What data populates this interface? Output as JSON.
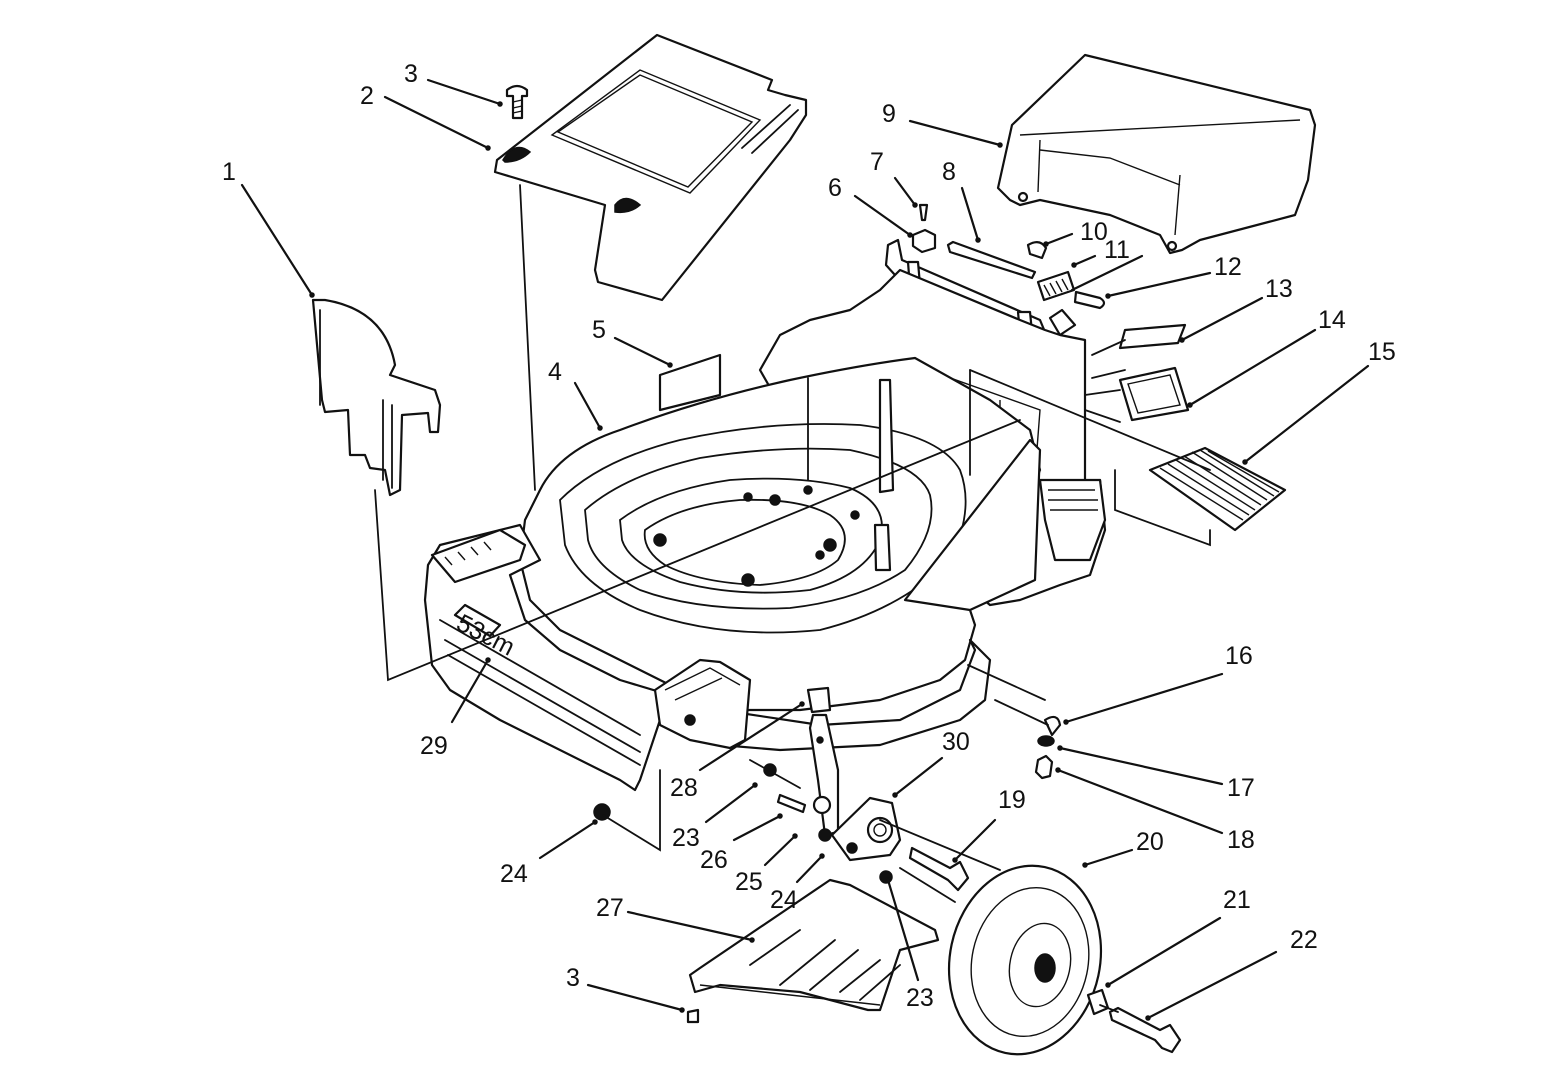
{
  "diagram": {
    "callouts": [
      {
        "id": "c1",
        "text": "1"
      },
      {
        "id": "c2",
        "text": "2"
      },
      {
        "id": "c3a",
        "text": "3"
      },
      {
        "id": "c3b",
        "text": "3"
      },
      {
        "id": "c4",
        "text": "4"
      },
      {
        "id": "c5",
        "text": "5"
      },
      {
        "id": "c6",
        "text": "6"
      },
      {
        "id": "c7",
        "text": "7"
      },
      {
        "id": "c8",
        "text": "8"
      },
      {
        "id": "c9",
        "text": "9"
      },
      {
        "id": "c10",
        "text": "10"
      },
      {
        "id": "c11",
        "text": "11"
      },
      {
        "id": "c12",
        "text": "12"
      },
      {
        "id": "c13",
        "text": "13"
      },
      {
        "id": "c14",
        "text": "14"
      },
      {
        "id": "c15",
        "text": "15"
      },
      {
        "id": "c16",
        "text": "16"
      },
      {
        "id": "c17",
        "text": "17"
      },
      {
        "id": "c18",
        "text": "18"
      },
      {
        "id": "c19",
        "text": "19"
      },
      {
        "id": "c20",
        "text": "20"
      },
      {
        "id": "c21",
        "text": "21"
      },
      {
        "id": "c22",
        "text": "22"
      },
      {
        "id": "c23a",
        "text": "23"
      },
      {
        "id": "c23b",
        "text": "23"
      },
      {
        "id": "c24a",
        "text": "24"
      },
      {
        "id": "c24b",
        "text": "24"
      },
      {
        "id": "c25",
        "text": "25"
      },
      {
        "id": "c26",
        "text": "26"
      },
      {
        "id": "c27",
        "text": "27"
      },
      {
        "id": "c28",
        "text": "28"
      },
      {
        "id": "c29",
        "text": "29"
      },
      {
        "id": "c30",
        "text": "30"
      }
    ],
    "deck_badge": "53cm"
  }
}
